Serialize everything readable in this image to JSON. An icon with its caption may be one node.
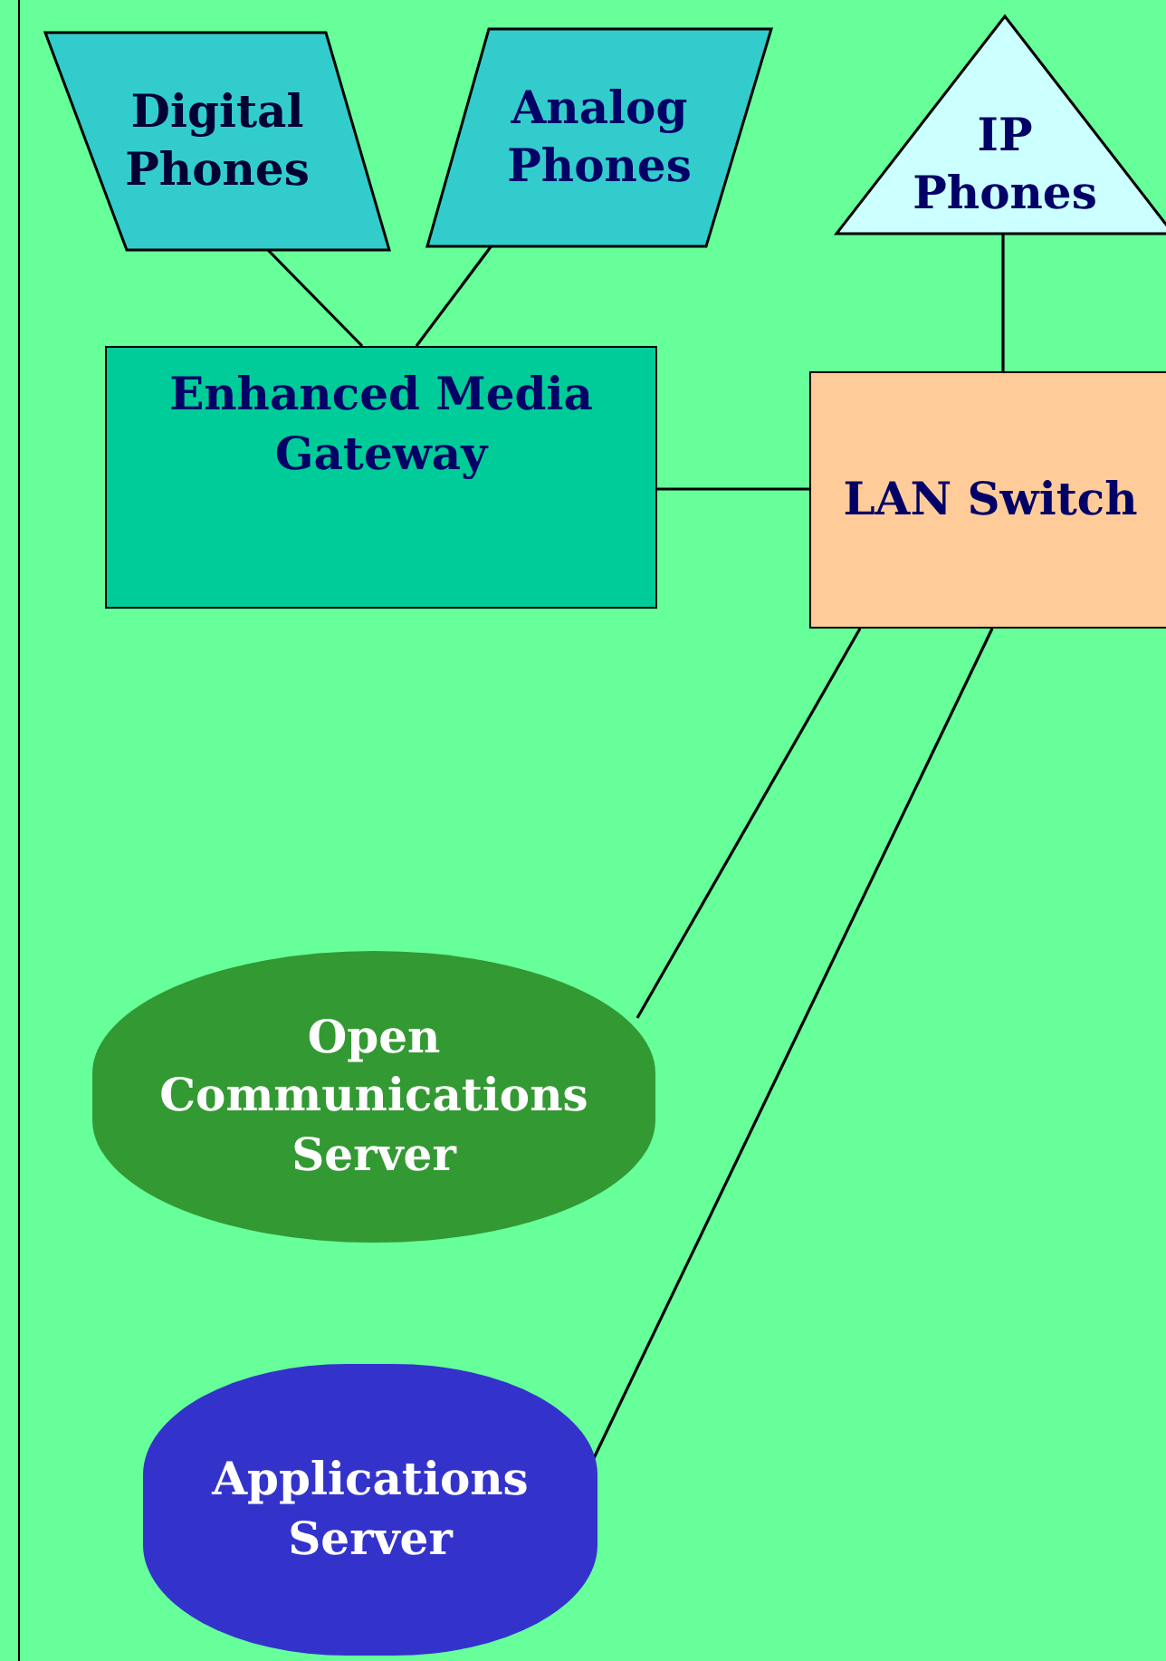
{
  "diagram": {
    "nodes": [
      {
        "text": [
          "Digital Phones"
        ]
      },
      {
        "text": [
          "Analog Phones"
        ]
      },
      {
        "text": [
          "IP Phones"
        ]
      },
      {
        "text": [
          "Enhanced Media Gateway"
        ]
      },
      {
        "text": [
          "LAN Switch"
        ]
      },
      {
        "text": [
          "Open Communications Server"
        ]
      },
      {
        "text": [
          "Applications Server"
        ]
      }
    ],
    "edges": [
      {
        "from": 0,
        "to": 3,
        "arrow": "none"
      },
      {
        "from": 1,
        "to": 3,
        "arrow": "none"
      },
      {
        "from": 2,
        "to": 4,
        "arrow": "none"
      },
      {
        "from": 3,
        "to": 4,
        "arrow": "none"
      },
      {
        "from": 4,
        "to": 5,
        "arrow": "none"
      },
      {
        "from": 4,
        "to": 6,
        "arrow": "none"
      }
    ]
  }
}
